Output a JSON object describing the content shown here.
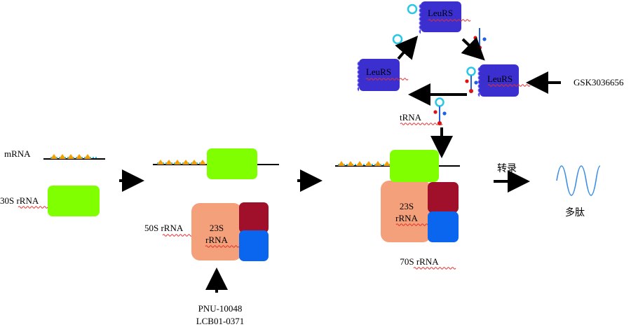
{
  "labels": {
    "mrna": "mRNA",
    "rrna_30s": "30S rRNA",
    "rrna_50s": "50S rRNA",
    "rrna_23s_left_line1": "23S",
    "rrna_23s_left_line2": "rRNA",
    "rrna_23s_right_line1": "23S",
    "rrna_23s_right_line2": "rRNA",
    "rrna_70s": "70S rRNA",
    "inhibitor_1": "PNU-10048",
    "inhibitor_2": "LCB01-0371",
    "trna": "tRNA",
    "leurs_top": "LeuRS",
    "leurs_left": "LeuRS",
    "leurs_right": "LeuRS",
    "gsk": "GSK3036656",
    "transcription": "转录",
    "polypeptide": "多肽"
  },
  "colors": {
    "small_subunit": "#7fff00",
    "large_subunit_body": "#f4a07a",
    "large_subunit_dark": "#a0102a",
    "large_subunit_blue": "#0a66ee",
    "leurs": "#3c2fd0",
    "mrna_bead": "#f5a000",
    "mrna_link": "#29c7e6",
    "arrow": "#000000",
    "wave": "#3a8ee6",
    "spellcheck": "#e03030"
  }
}
